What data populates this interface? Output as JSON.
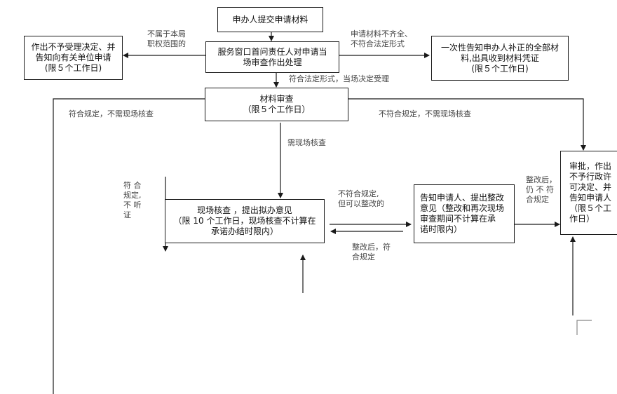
{
  "nodes": {
    "submit": "申办人提交申请材料",
    "window_review": [
      "服务窗口首问责任人对申请当",
      "场审查作出处理"
    ],
    "reject": [
      "作出不予受理决定、并",
      "告知向有关单位申请",
      "(限５个工作日)"
    ],
    "notify_supplement": [
      "一次性告知申办人补正的全部材",
      "料,出具收到材料凭证",
      "(限５个工作日)"
    ],
    "material_review": [
      "材料审查",
      "（限５个工作日）"
    ],
    "onsite_check": [
      "现场核查 ，提出拟办意见",
      "（限 10 个工作日，现场核查不计算在",
      "承诺办结时限内）"
    ],
    "rectify_notice": [
      "告知申请人、提出整改",
      "意见（整改和再次现场",
      "审查期间不计算在承",
      "诺时限内）"
    ],
    "approval": [
      "审批，作出",
      "不予行政许",
      "可决定、并",
      "告知申请人",
      "（限５个工",
      "作日）"
    ]
  },
  "labels": {
    "not_in_scope": [
      "不属于本局",
      "职权范围的"
    ],
    "incomplete": [
      "申请材料不齐全、",
      "不符合法定形式"
    ],
    "accept": "符合法定形式，当场决定受理",
    "compliant_no_check_left": "符合规定，不需现场核查",
    "noncompliant_no_check_right": "不符合规定，不需现场核查",
    "need_onsite": "需现场核查",
    "compliant_no_hearing": [
      "符 合",
      "规定,",
      "不 听",
      "证"
    ],
    "noncompliant_rectifiable": [
      "不符合规定,",
      "但可以整改的"
    ],
    "after_rectify_compliant": [
      "整改后，符",
      "合规定"
    ],
    "after_rectify_noncompliant": [
      "整改后，",
      "仍 不 符",
      "合规定"
    ]
  }
}
